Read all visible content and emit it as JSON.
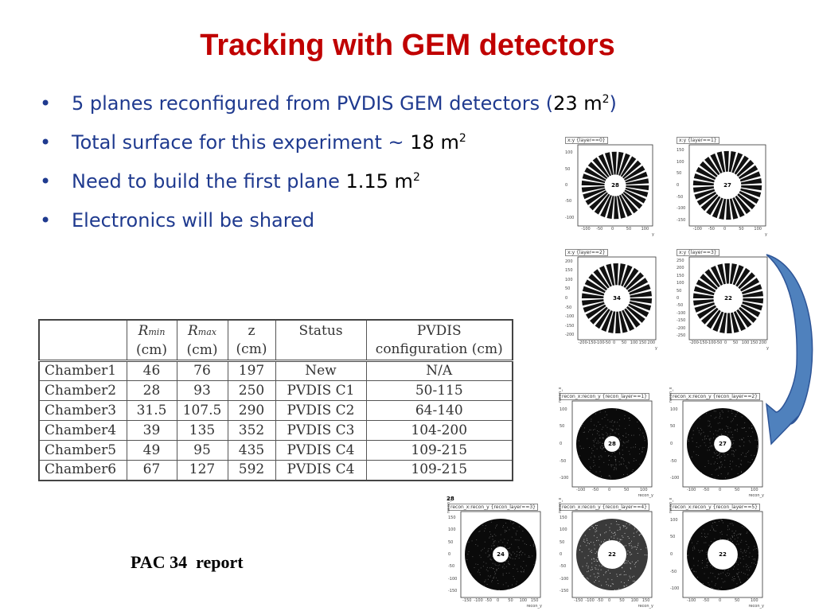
{
  "slide": {
    "title": "Tracking with GEM detectors",
    "bullets": [
      {
        "text": "5 planes reconfigured from PVDIS GEM detectors (",
        "value": "23 m",
        "sup": "2",
        "tail": ")"
      },
      {
        "text": "Total surface for this experiment ~ ",
        "value": "18 m",
        "sup": "2",
        "tail": ""
      },
      {
        "text": "Need to build the first plane ",
        "value": "1.15 m",
        "sup": "2",
        "tail": ""
      },
      {
        "text": "Electronics will be shared",
        "value": "",
        "sup": "",
        "tail": ""
      }
    ],
    "footer_note": "PAC 34  report"
  },
  "table": {
    "headers": [
      {
        "main": "",
        "sub": "",
        "line2": ""
      },
      {
        "main": "R",
        "sub": "min",
        "line2": "(cm)"
      },
      {
        "main": "R",
        "sub": "max",
        "line2": "(cm)"
      },
      {
        "main": "z",
        "sub": "",
        "line2": "(cm)"
      },
      {
        "main": "Status",
        "sub": "",
        "line2": ""
      },
      {
        "main": "PVDIS",
        "sub": "",
        "line2": "configuration (cm)"
      }
    ],
    "rows": [
      [
        "Chamber1",
        "46",
        "76",
        "197",
        "New",
        "N/A"
      ],
      [
        "Chamber2",
        "28",
        "93",
        "250",
        "PVDIS C1",
        "50-115"
      ],
      [
        "Chamber3",
        "31.5",
        "107.5",
        "290",
        "PVDIS C2",
        "64-140"
      ],
      [
        "Chamber4",
        "39",
        "135",
        "352",
        "PVDIS C3",
        "104-200"
      ],
      [
        "Chamber5",
        "49",
        "95",
        "435",
        "PVDIS C4",
        "109-215"
      ],
      [
        "Chamber6",
        "67",
        "127",
        "592",
        "PVDIS C4",
        "109-215"
      ]
    ]
  },
  "segmented_plots": [
    {
      "title": "x:y {layer==0}",
      "number": "28",
      "inner": 0.32,
      "ticks_x": [
        "-100",
        "-50",
        "0",
        "50",
        "100"
      ],
      "ticks_y": [
        "100",
        "50",
        "0",
        "-50",
        "-100"
      ],
      "xlabel": "y"
    },
    {
      "title": "x:y {layer==1}",
      "number": "27",
      "inner": 0.4,
      "ticks_x": [
        "-100",
        "-50",
        "0",
        "50",
        "100"
      ],
      "ticks_y": [
        "150",
        "100",
        "50",
        "0",
        "-50",
        "-100",
        "-150"
      ],
      "xlabel": "y"
    },
    {
      "title": "x:y {layer==2}",
      "number": "34",
      "inner": 0.38,
      "ticks_x": [
        "-200",
        "-150",
        "-100",
        "-50",
        "0",
        "50",
        "100",
        "150",
        "200"
      ],
      "ticks_y": [
        "200",
        "150",
        "100",
        "50",
        "0",
        "-50",
        "-100",
        "-150",
        "-200"
      ],
      "xlabel": "y"
    },
    {
      "title": "x:y {layer==3}",
      "number": "22",
      "inner": 0.42,
      "ticks_x": [
        "-200",
        "-150",
        "-100",
        "-50",
        "0",
        "50",
        "100",
        "150",
        "200"
      ],
      "ticks_y": [
        "250",
        "200",
        "150",
        "100",
        "50",
        "0",
        "-50",
        "-100",
        "-150",
        "-200",
        "-250"
      ],
      "xlabel": "y"
    }
  ],
  "ring_plots": [
    {
      "title": "recon_x:recon_y {recon_layer==1}",
      "number": "28",
      "inner": 0.22,
      "ticks_x": [
        "-100",
        "-50",
        "0",
        "50",
        "100"
      ],
      "ticks_y": [
        "100",
        "50",
        "0",
        "-50",
        "-100"
      ],
      "xlabel": "recon_y",
      "ylabel": "recon_x",
      "dense": true
    },
    {
      "title": "recon_x:recon_y {recon_layer==2}",
      "number": "27",
      "inner": 0.24,
      "ticks_x": [
        "-100",
        "-50",
        "0",
        "50",
        "100"
      ],
      "ticks_y": [
        "100",
        "50",
        "0",
        "-50",
        "-100"
      ],
      "xlabel": "recon_y",
      "ylabel": "recon_x",
      "dense": true
    },
    {
      "title": "recon_x:recon_y {recon_layer==3}",
      "number": "24",
      "inner": 0.22,
      "ticks_x": [
        "-150",
        "-100",
        "-50",
        "0",
        "50",
        "100",
        "150"
      ],
      "ticks_y": [
        "150",
        "100",
        "50",
        "0",
        "-50",
        "-100",
        "-150"
      ],
      "xlabel": "recon_y",
      "ylabel": "recon_x",
      "dense": true
    },
    {
      "title": "recon_x:recon_y {recon_layer==4}",
      "number": "22",
      "inner": 0.4,
      "ticks_x": [
        "-150",
        "-100",
        "-50",
        "0",
        "50",
        "100",
        "150"
      ],
      "ticks_y": [
        "150",
        "100",
        "50",
        "0",
        "-50",
        "-100",
        "-150"
      ],
      "xlabel": "recon_y",
      "ylabel": "recon_x",
      "dense": false
    },
    {
      "title": "recon_x:recon_y {recon_layer==5}",
      "number": "22",
      "inner": 0.42,
      "ticks_x": [
        "-100",
        "-50",
        "0",
        "50",
        "100"
      ],
      "ticks_y": [
        "100",
        "50",
        "0",
        "-50",
        "-100"
      ],
      "xlabel": "recon_y",
      "ylabel": "recon_x",
      "dense": true
    }
  ],
  "stray_label": "28",
  "arrow_color": "#4f81bd"
}
